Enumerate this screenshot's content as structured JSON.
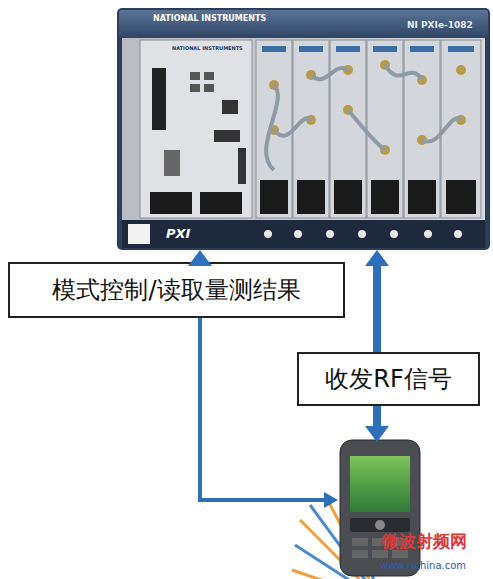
{
  "diagram": {
    "nodes": [
      {
        "text": [
          "NATIONAL INSTRUMENTS",
          "NI PXIe-1082"
        ]
      },
      {
        "text": [
          "模式控制/读取量测结果"
        ]
      },
      {
        "text": [
          "收发RF信号"
        ]
      }
    ],
    "edges": [
      {
        "from": 1,
        "to": 0,
        "arrow": "to"
      },
      {
        "from": 2,
        "to": 0,
        "arrow": "to"
      }
    ],
    "labels": [
      "NATIONAL INSTRUMENTS",
      "PXI",
      "微波射频网",
      "www.rfchina.com"
    ]
  }
}
